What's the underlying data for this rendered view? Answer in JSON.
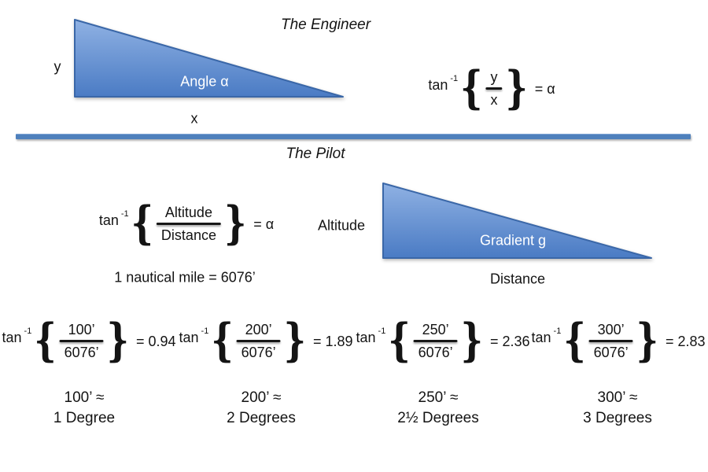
{
  "symbols": {
    "open_brace": "{",
    "close_brace": "}"
  },
  "engineer": {
    "title": "The Engineer",
    "triangle_label": "Angle α",
    "vertical_side_label": "y",
    "horizontal_side_label": "x",
    "formula": {
      "func": "tan",
      "exponent": "-1",
      "numerator": "y",
      "denominator": "x",
      "result": "= α"
    }
  },
  "pilot": {
    "title": "The Pilot",
    "triangle_label": "Gradient g",
    "vertical_side_label": "Altitude",
    "horizontal_side_label": "Distance",
    "formula": {
      "func": "tan",
      "exponent": "-1",
      "numerator": "Altitude",
      "denominator": "Distance",
      "result": "= α"
    },
    "conversion_note": "1 nautical mile = 6076’"
  },
  "examples": [
    {
      "formula": {
        "func": "tan",
        "exponent": "-1",
        "numerator": "100’",
        "denominator": "6076’",
        "result": "= 0.94"
      },
      "approx_top": "100’ ≈",
      "approx_bottom": "1 Degree"
    },
    {
      "formula": {
        "func": "tan",
        "exponent": "-1",
        "numerator": "200’",
        "denominator": "6076’",
        "result": "= 1.89"
      },
      "approx_top": "200’ ≈",
      "approx_bottom": "2 Degrees"
    },
    {
      "formula": {
        "func": "tan",
        "exponent": "-1",
        "numerator": "250’",
        "denominator": "6076’",
        "result": "= 2.36"
      },
      "approx_top": "250’ ≈",
      "approx_bottom": "2½ Degrees"
    },
    {
      "formula": {
        "func": "tan",
        "exponent": "-1",
        "numerator": "300’",
        "denominator": "6076’",
        "result": "= 2.83"
      },
      "approx_top": "300’ ≈",
      "approx_bottom": "3 Degrees"
    }
  ],
  "colors": {
    "triangle_fill_top": "#8FB1E3",
    "triangle_fill_bottom": "#4A7BC4",
    "triangle_border": "#3A67A8",
    "divider": "#4E80BC",
    "text": "#141414",
    "triangle_text": "#FFFFFF"
  }
}
